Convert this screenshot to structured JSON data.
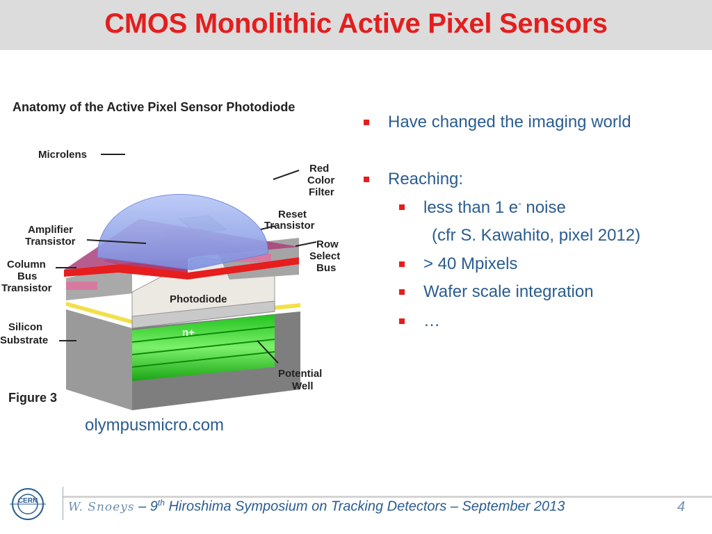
{
  "slide": {
    "title": "CMOS Monolithic Active Pixel Sensors",
    "bullets": [
      "Have changed the imaging world",
      "Reaching:",
      "less than 1 e",
      "-",
      " noise",
      "(cfr S. Kawahito, pixel 2012)",
      "> 40 Mpixels",
      "Wafer scale integration",
      "…"
    ],
    "source": "olympusmicro.com"
  },
  "figure": {
    "title": "Anatomy of the Active Pixel Sensor Photodiode",
    "caption": "Figure 3",
    "labels": {
      "microlens": "Microlens",
      "red_filter": [
        "Red",
        "Color",
        "Filter"
      ],
      "reset": [
        "Reset",
        "Transistor"
      ],
      "amplifier": [
        "Amplifier",
        "Transistor"
      ],
      "row": [
        "Row",
        "Select",
        "Bus"
      ],
      "column": [
        "Column",
        "Bus",
        "Transistor"
      ],
      "photodiode": "Photodiode",
      "nplus": "n+",
      "silicon": [
        "Silicon",
        "Substrate"
      ],
      "well": [
        "Potential",
        "Well"
      ]
    }
  },
  "footer": {
    "author": "W. Snoeys",
    "sep1": " – 9",
    "sup": "th",
    "event": " Hiroshima Symposium on Tracking Detectors – September 2013",
    "page": "4",
    "logo_text": "CERN"
  },
  "colors": {
    "title": "#e41e1e",
    "text": "#2a5c8f",
    "bullet": "#e41e1e"
  }
}
